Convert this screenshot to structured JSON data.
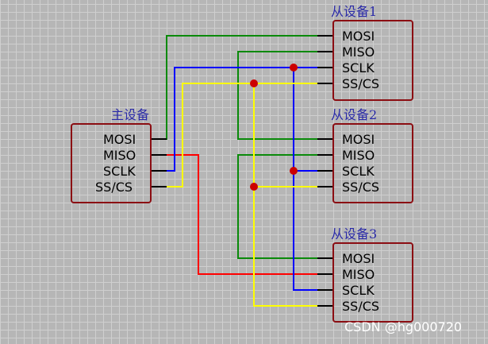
{
  "colors": {
    "title": "#2a2aa8",
    "box": "#8b0d12",
    "mosi": "#0a8a0a",
    "miso": "#ff0000",
    "sclk": "#0000ff",
    "sscs": "#ffff00",
    "junction": "#cc0000"
  },
  "master": {
    "title": "主设备",
    "pins": [
      "MOSI",
      "MISO",
      "SCLK",
      "SS/CS"
    ]
  },
  "slaves": [
    {
      "title": "从设备1",
      "pins": [
        "MOSI",
        "MISO",
        "SCLK",
        "SS/CS"
      ]
    },
    {
      "title": "从设备2",
      "pins": [
        "MOSI",
        "MISO",
        "SCLK",
        "SS/CS"
      ]
    },
    {
      "title": "从设备3",
      "pins": [
        "MOSI",
        "MISO",
        "SCLK",
        "SS/CS"
      ]
    }
  ],
  "watermark": "CSDN @hg000720"
}
